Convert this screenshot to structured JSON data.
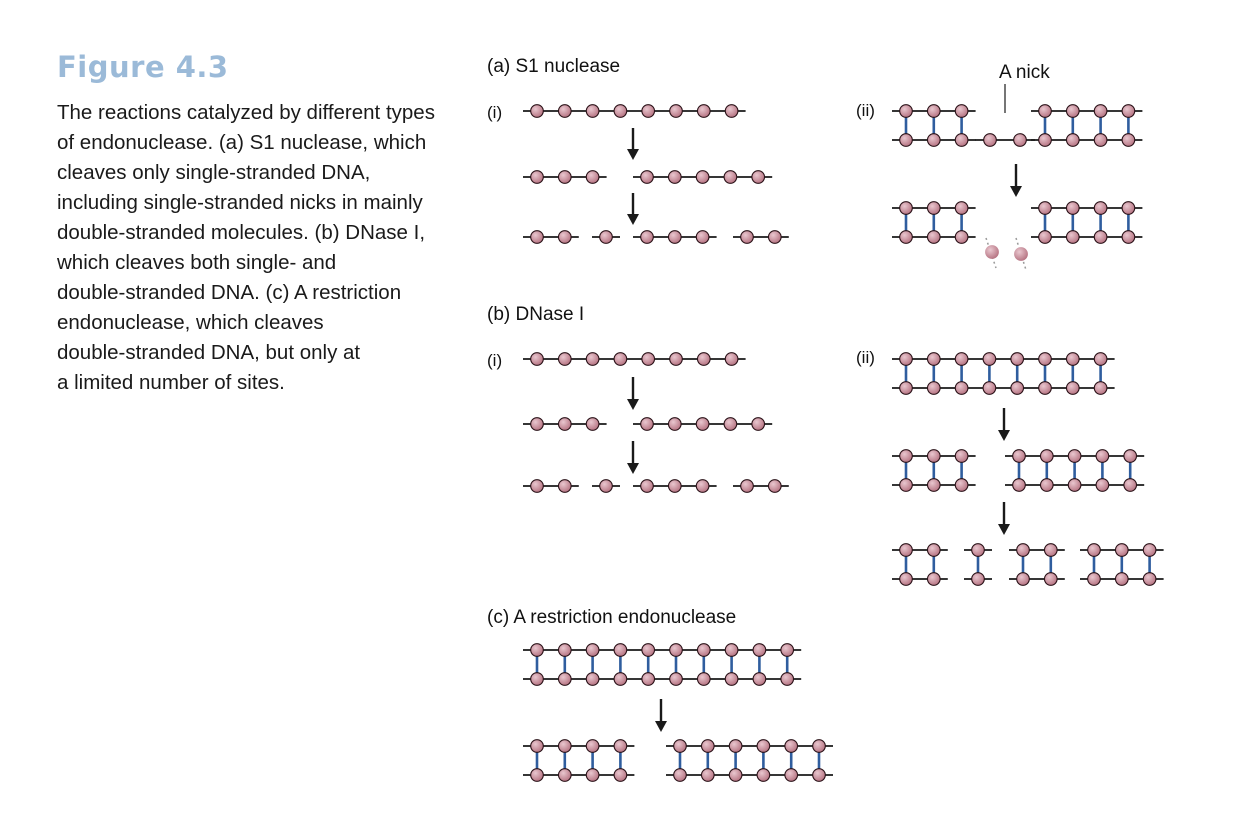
{
  "figure": {
    "title": "Figure 4.3",
    "caption_lines": [
      "The reactions catalyzed by different types",
      "of endonuclease. (a) S1 nuclease, which",
      "cleaves only single-stranded DNA,",
      "including single-stranded nicks in mainly",
      "double-stranded molecules. (b) DNase I,",
      "which cleaves both single- and",
      "double-stranded DNA. (c) A restriction",
      "endonuclease, which cleaves",
      "double-stranded DNA, but only at",
      "a limited number of sites."
    ]
  },
  "panels": {
    "a": {
      "label": "(a) S1 nuclease",
      "sub_i": "(i)",
      "sub_ii": "(ii)",
      "nick_label": "A nick"
    },
    "b": {
      "label": "(b) DNase I",
      "sub_i": "(i)",
      "sub_ii": "(ii)"
    },
    "c": {
      "label": "(c) A restriction endonuclease"
    }
  },
  "colors": {
    "nucleotide_fill": "#b4707f",
    "nucleotide_highlight": "#e9c7cf",
    "backbone": "#1a1a1a",
    "base_pair": "#2f5d9e",
    "title_accent": "#9bbad8"
  }
}
